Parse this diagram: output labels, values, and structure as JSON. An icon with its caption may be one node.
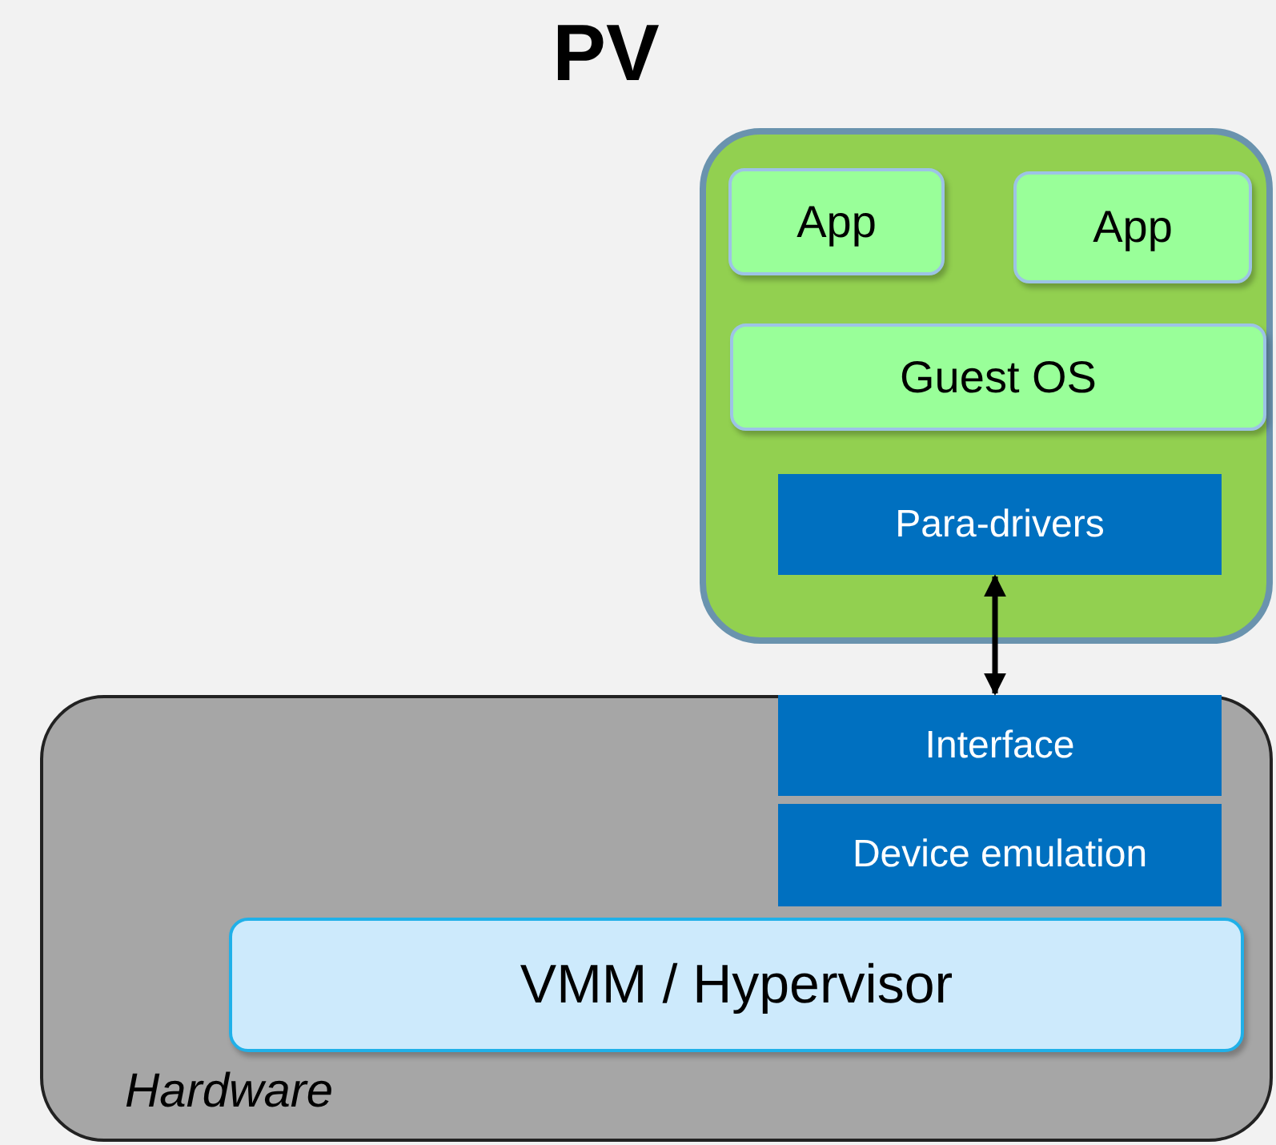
{
  "diagram": {
    "title": "PV",
    "nodes": [
      {
        "text": [],
        "shape": "box"
      },
      {
        "text": [
          "App"
        ],
        "in": 0
      },
      {
        "text": [
          "App"
        ],
        "in": 0
      },
      {
        "text": [
          "Guest OS"
        ],
        "in": 0
      },
      {
        "text": [
          "Para-drivers"
        ],
        "in": 0
      },
      {
        "text": [
          "Hardware"
        ]
      },
      {
        "text": [
          "Interface"
        ],
        "in": 5
      },
      {
        "text": [
          "Device emulation"
        ],
        "in": 5
      },
      {
        "text": [
          "VMM / Hypervisor"
        ],
        "in": 5
      }
    ],
    "edges": [
      {
        "from": 4,
        "to": 6,
        "arrow": "both"
      }
    ]
  }
}
